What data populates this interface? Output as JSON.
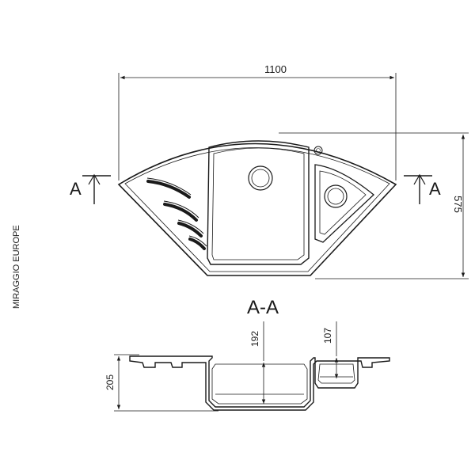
{
  "brand": "MIRAGGIO EUROPE",
  "top_view": {
    "width_dim": "1100",
    "depth_dim": "575",
    "section_mark": "A"
  },
  "section_view": {
    "title": "A-A",
    "height_dim": "205",
    "main_bowl_depth": "192",
    "small_bowl_depth": "107"
  },
  "colors": {
    "line": "#1a1a1a",
    "background": "#ffffff"
  }
}
